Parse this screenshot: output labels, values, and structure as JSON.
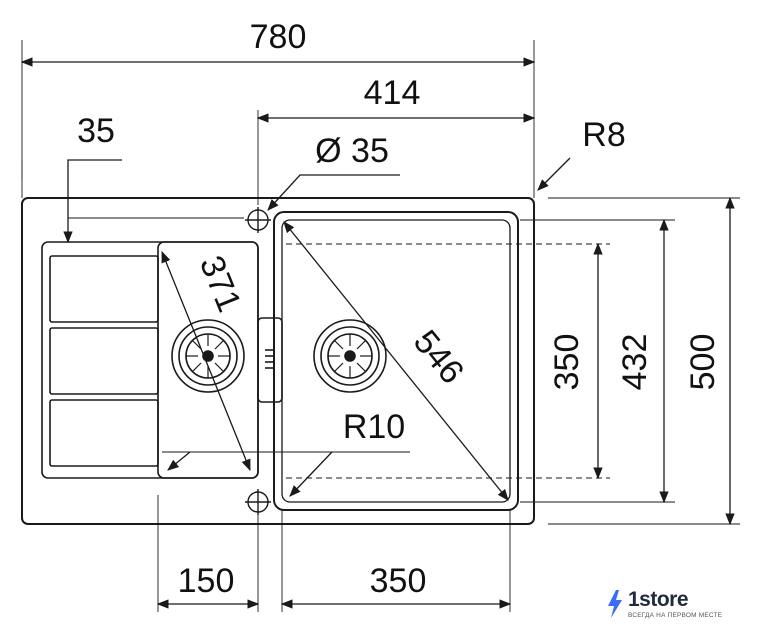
{
  "dimensions": {
    "overall_width": "780",
    "bowl_offset_width": "414",
    "drain_diameter": "Ø 35",
    "edge_offset": "35",
    "corner_radius": "R8",
    "drainboard_diagonal": "371",
    "bowl_diagonal": "546",
    "inner_radius": "R10",
    "bowl_inner_height": "350",
    "bowl_height": "432",
    "overall_height": "500",
    "drainboard_width": "150",
    "bowl_width": "350"
  },
  "brand": {
    "name": "1store",
    "tagline": "ВСЕГДА НА ПЕРВОМ МЕСТЕ",
    "accent": "#3b6cf6"
  },
  "colors": {
    "line": "#1a1a1a",
    "fill": "#ffffff"
  }
}
